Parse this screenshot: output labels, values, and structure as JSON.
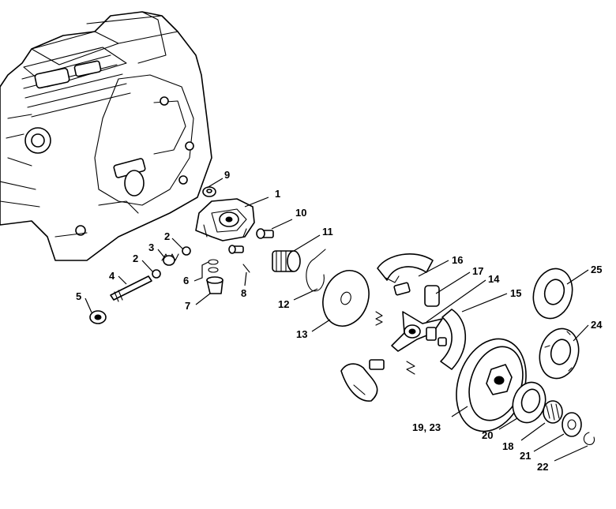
{
  "callouts": [
    {
      "id": "1",
      "label": "1"
    },
    {
      "id": "2a",
      "label": "2"
    },
    {
      "id": "2b",
      "label": "2"
    },
    {
      "id": "3",
      "label": "3"
    },
    {
      "id": "4",
      "label": "4"
    },
    {
      "id": "5",
      "label": "5"
    },
    {
      "id": "6",
      "label": "6"
    },
    {
      "id": "7",
      "label": "7"
    },
    {
      "id": "8",
      "label": "8"
    },
    {
      "id": "9",
      "label": "9"
    },
    {
      "id": "10",
      "label": "10"
    },
    {
      "id": "11",
      "label": "11"
    },
    {
      "id": "12",
      "label": "12"
    },
    {
      "id": "13",
      "label": "13"
    },
    {
      "id": "14",
      "label": "14"
    },
    {
      "id": "15",
      "label": "15"
    },
    {
      "id": "16",
      "label": "16"
    },
    {
      "id": "17",
      "label": "17"
    },
    {
      "id": "18",
      "label": "18"
    },
    {
      "id": "19_23",
      "label": "19, 23"
    },
    {
      "id": "20",
      "label": "20"
    },
    {
      "id": "21",
      "label": "21"
    },
    {
      "id": "22",
      "label": "22"
    },
    {
      "id": "24",
      "label": "24"
    },
    {
      "id": "25",
      "label": "25"
    }
  ]
}
